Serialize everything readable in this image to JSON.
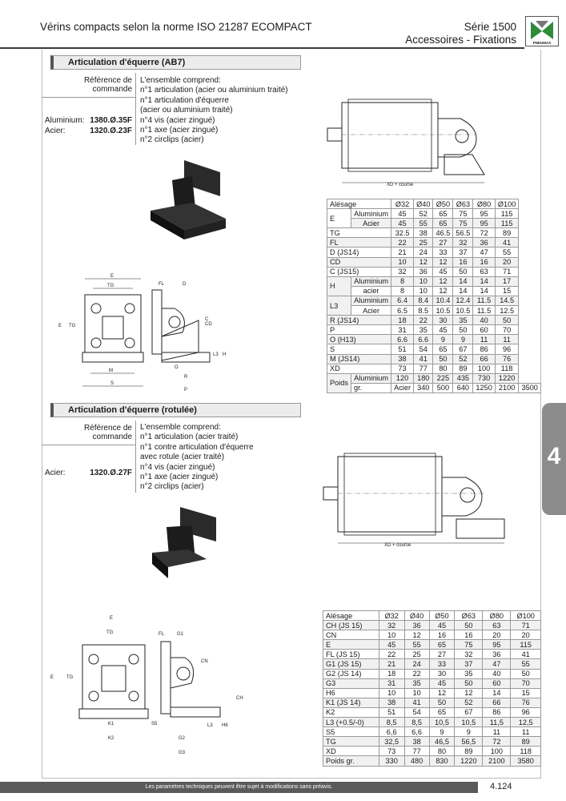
{
  "header": {
    "title": "Vérins compacts selon la norme ISO 21287 ECOMPACT",
    "serie": "Série 1500",
    "subtitle": "Accessoires - Fixations",
    "logo_text": "PNEUMAX"
  },
  "section1": {
    "title": "Articulation d'équerre (AB7)",
    "ref_head": "Référence de commande",
    "refs": [
      {
        "mat": "Aluminium:",
        "code": "1380.Ø.35F"
      },
      {
        "mat": "Acier:",
        "code": "1320.Ø.23F"
      }
    ],
    "desc": [
      "L'ensemble comprend:",
      "n°1 articulation (acier ou aluminium traité)",
      "n°1 articulation d'équerre",
      "(acier ou aluminium traité)",
      "n°4 vis (acier zingué)",
      "n°1 axe (acier zingué)",
      "n°2 circlips (acier)"
    ],
    "xd_label": "XD + course",
    "table_head": [
      "Alésage",
      "Ø32",
      "Ø40",
      "Ø50",
      "Ø63",
      "Ø80",
      "Ø100"
    ],
    "rows": [
      {
        "label": "E",
        "sub": "Aluminium",
        "span": 2,
        "v": [
          "45",
          "52",
          "65",
          "75",
          "95",
          "115"
        ]
      },
      {
        "sub": "Acier",
        "v": [
          "45",
          "55",
          "65",
          "75",
          "95",
          "115"
        ]
      },
      {
        "label": "TG",
        "v": [
          "32.5",
          "38",
          "46.5",
          "56.5",
          "72",
          "89"
        ]
      },
      {
        "label": "FL",
        "v": [
          "22",
          "25",
          "27",
          "32",
          "36",
          "41"
        ]
      },
      {
        "label": "D (JS14)",
        "v": [
          "21",
          "24",
          "33",
          "37",
          "47",
          "55"
        ]
      },
      {
        "label": "CD",
        "v": [
          "10",
          "12",
          "12",
          "16",
          "16",
          "20"
        ]
      },
      {
        "label": "C (JS15)",
        "v": [
          "32",
          "36",
          "45",
          "50",
          "63",
          "71"
        ]
      },
      {
        "label": "H",
        "sub": "Aluminium",
        "span": 2,
        "v": [
          "8",
          "10",
          "12",
          "14",
          "14",
          "17"
        ]
      },
      {
        "sub": "acier",
        "v": [
          "8",
          "10",
          "12",
          "14",
          "14",
          "15"
        ]
      },
      {
        "label": "L3",
        "sub": "Aluminium",
        "span": 2,
        "v": [
          "6.4",
          "8.4",
          "10.4",
          "12.4",
          "11.5",
          "14.5"
        ]
      },
      {
        "sub": "Acier",
        "v": [
          "6.5",
          "8.5",
          "10.5",
          "10.5",
          "11.5",
          "12.5"
        ]
      },
      {
        "label": "R (JS14)",
        "v": [
          "18",
          "22",
          "30",
          "35",
          "40",
          "50"
        ]
      },
      {
        "label": "P",
        "v": [
          "31",
          "35",
          "45",
          "50",
          "60",
          "70"
        ]
      },
      {
        "label": "O (H13)",
        "v": [
          "6.6",
          "6.6",
          "9",
          "9",
          "11",
          "11"
        ]
      },
      {
        "label": "S",
        "v": [
          "51",
          "54",
          "65",
          "67",
          "86",
          "96"
        ]
      },
      {
        "label": "M (JS14)",
        "v": [
          "38",
          "41",
          "50",
          "52",
          "66",
          "76"
        ]
      },
      {
        "label": "XD",
        "v": [
          "73",
          "77",
          "80",
          "89",
          "100",
          "118"
        ]
      },
      {
        "label": "Poids",
        "sub": "Aluminium",
        "span": 2,
        "v": [
          "120",
          "180",
          "225",
          "435",
          "730",
          "1220"
        ]
      },
      {
        "label2": "gr.",
        "sub": "Acier",
        "v": [
          "340",
          "500",
          "640",
          "1250",
          "2100",
          "3500"
        ]
      }
    ]
  },
  "section2": {
    "title": "Articulation d'équerre (rotulée)",
    "ref_head": "Référence de commande",
    "refs": [
      {
        "mat": "Acier:",
        "code": "1320.Ø.27F"
      }
    ],
    "desc": [
      "L'ensemble comprend:",
      "n°1 articulation (acier traité)",
      "n°1 contre articulation d'équerre",
      "avec rotule (acier traité)",
      "n°4 vis (acier zingué)",
      "n°1 axe (acier zingué)",
      "n°2 circlips (acier)"
    ],
    "xd_label": "XD + course",
    "table_head": [
      "Alésage",
      "Ø32",
      "Ø40",
      "Ø50",
      "Ø63",
      "Ø80",
      "Ø100"
    ],
    "rows": [
      {
        "label": "CH (JS 15)",
        "v": [
          "32",
          "36",
          "45",
          "50",
          "63",
          "71"
        ]
      },
      {
        "label": "CN",
        "v": [
          "10",
          "12",
          "16",
          "16",
          "20",
          "20"
        ]
      },
      {
        "label": "E",
        "v": [
          "45",
          "55",
          "65",
          "75",
          "95",
          "115"
        ]
      },
      {
        "label": "FL (JS 15)",
        "v": [
          "22",
          "25",
          "27",
          "32",
          "36",
          "41"
        ]
      },
      {
        "label": "G1 (JS 15)",
        "v": [
          "21",
          "24",
          "33",
          "37",
          "47",
          "55"
        ]
      },
      {
        "label": "G2 (JS 14)",
        "v": [
          "18",
          "22",
          "30",
          "35",
          "40",
          "50"
        ]
      },
      {
        "label": "G3",
        "v": [
          "31",
          "35",
          "45",
          "50",
          "60",
          "70"
        ]
      },
      {
        "label": "H6",
        "v": [
          "10",
          "10",
          "12",
          "12",
          "14",
          "15"
        ]
      },
      {
        "label": "K1 (JS 14)",
        "v": [
          "38",
          "41",
          "50",
          "52",
          "66",
          "76"
        ]
      },
      {
        "label": "K2",
        "v": [
          "51",
          "54",
          "65",
          "67",
          "86",
          "96"
        ]
      },
      {
        "label": "L3 (+0.5/-0)",
        "v": [
          "8,5",
          "8,5",
          "10,5",
          "10,5",
          "11,5",
          "12,5"
        ]
      },
      {
        "label": "S5",
        "v": [
          "6,6",
          "6,6",
          "9",
          "9",
          "11",
          "11"
        ]
      },
      {
        "label": "TG",
        "v": [
          "32,5",
          "38",
          "46,5",
          "56,5",
          "72",
          "89"
        ]
      },
      {
        "label": "XD",
        "v": [
          "73",
          "77",
          "80",
          "89",
          "100",
          "118"
        ]
      },
      {
        "label": "Poids gr.",
        "v": [
          "330",
          "480",
          "830",
          "1220",
          "2100",
          "3580"
        ]
      }
    ]
  },
  "dims1": {
    "E": "E",
    "TG": "TG",
    "M": "M",
    "S": "S",
    "FL": "FL",
    "D": "D",
    "CD": "CD",
    "C": "C",
    "L3": "L3",
    "H": "H",
    "O": "O",
    "R": "R",
    "P": "P"
  },
  "dims2": {
    "E": "E",
    "TG": "TG",
    "K1": "K1",
    "K2": "K2",
    "FL": "FL",
    "G1": "G1",
    "CN": "CN",
    "CH": "CH",
    "S5": "S5",
    "G2": "G2",
    "G3": "G3",
    "L3": "L3",
    "H6": "H6"
  },
  "tab": "4",
  "footer": "Les paramètres techniques peuvent être sujet à modifications sans préavis.",
  "page": "4.124"
}
